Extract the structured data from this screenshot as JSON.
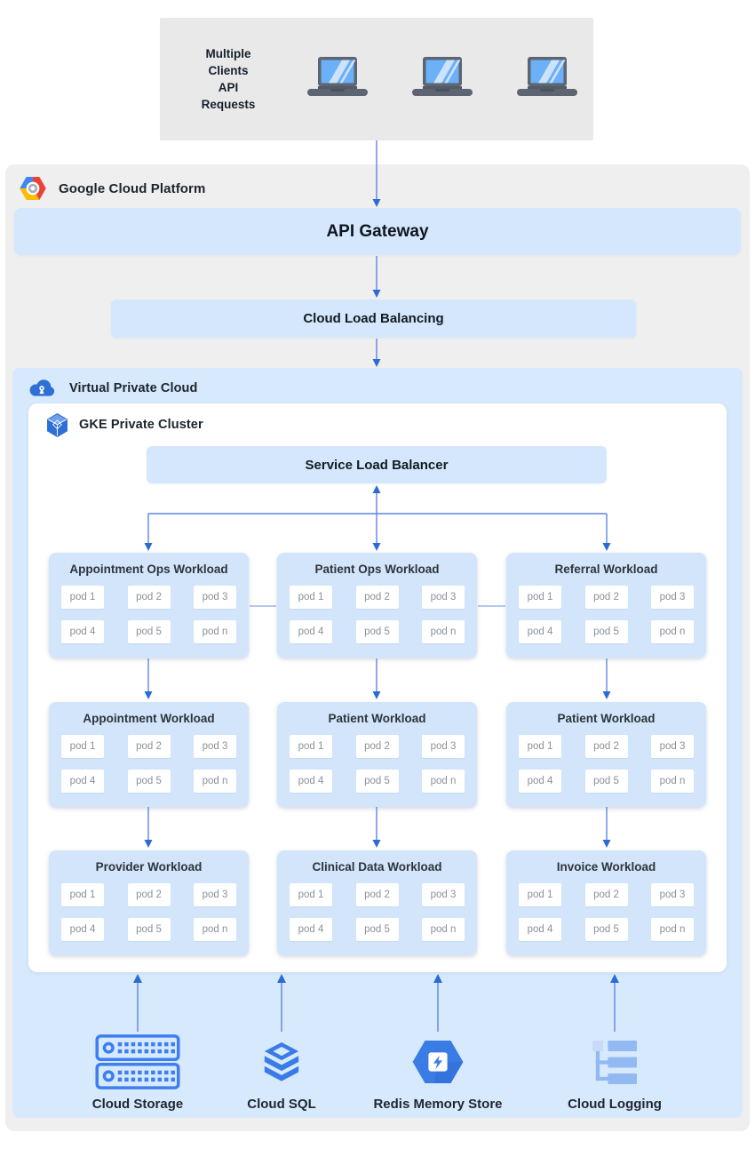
{
  "clients_box": {
    "label": "Multiple\nClients\nAPI\nRequests"
  },
  "gcp": {
    "title": "Google Cloud Platform",
    "api_gateway_label": "API Gateway",
    "load_balancing_label": "Cloud Load Balancing"
  },
  "vpc": {
    "title": "Virtual Private Cloud"
  },
  "gke": {
    "title": "GKE Private Cluster",
    "service_lb_label": "Service Load Balancer",
    "pod_labels": [
      "pod 1",
      "pod 2",
      "pod 3",
      "pod 4",
      "pod 5",
      "pod n"
    ],
    "workloads": [
      [
        "Appointment Ops Workload",
        "Patient Ops Workload",
        "Referral Workload"
      ],
      [
        "Appointment Workload",
        "Patient Workload",
        "Patient Workload"
      ],
      [
        "Provider Workload",
        "Clinical Data Workload",
        "Invoice Workload"
      ]
    ]
  },
  "services": [
    {
      "label": "Cloud Storage",
      "icon": "cloud-storage-icon"
    },
    {
      "label": "Cloud SQL",
      "icon": "cloud-sql-icon"
    },
    {
      "label": "Redis Memory Store",
      "icon": "redis-memory-store-icon"
    },
    {
      "label": "Cloud Logging",
      "icon": "cloud-logging-icon"
    }
  ],
  "colors": {
    "accent_blue": "#3d7ef0",
    "arrow_line": "#5c86e0",
    "arrow_head": "#2c6ad6",
    "panel_blue": "#d5e7fc",
    "vpc_blue": "#d7e9fd",
    "workload_blue": "#d2e5fb",
    "gcp_gray": "#efeff0",
    "clients_gray": "#e9e9ea"
  }
}
